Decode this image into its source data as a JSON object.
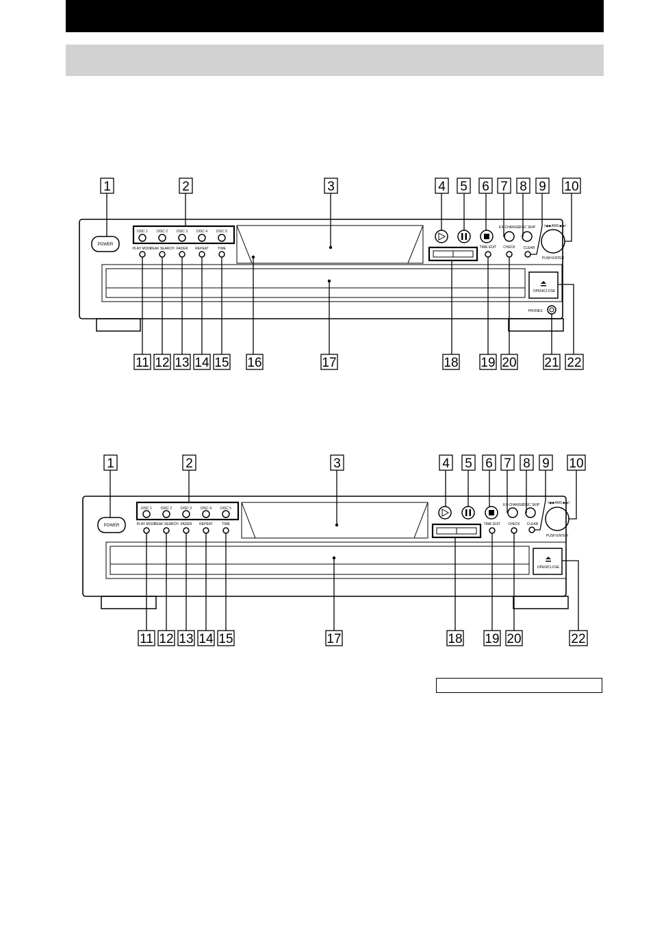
{
  "callouts": [
    "1",
    "2",
    "3",
    "4",
    "5",
    "6",
    "7",
    "8",
    "9",
    "10",
    "11",
    "12",
    "13",
    "14",
    "15",
    "16",
    "17",
    "18",
    "19",
    "20",
    "21",
    "22"
  ],
  "labels": {
    "power": "POWER",
    "disc_buttons": [
      "DISC 1",
      "DISC 2",
      "DISC 3",
      "DISC 4",
      "DISC 5"
    ],
    "function_buttons": [
      "PLAY MODE",
      "PEAK SEARCH",
      "FADER",
      "REPEAT",
      "TIME"
    ],
    "ex_change": "EX-CHANGE",
    "disc_skip": "DISC SKIP",
    "clear": "CLEAR",
    "time_edit": "TIME EDIT",
    "check": "CHECK",
    "ams": "I◀◀ AMS ▶▶I",
    "push_enter": "PUSH ENTER",
    "open_close": "OPEN/CLOSE",
    "phones": "PHONES"
  },
  "colors": {
    "header": "#000000",
    "band": "#d2d2d2"
  }
}
